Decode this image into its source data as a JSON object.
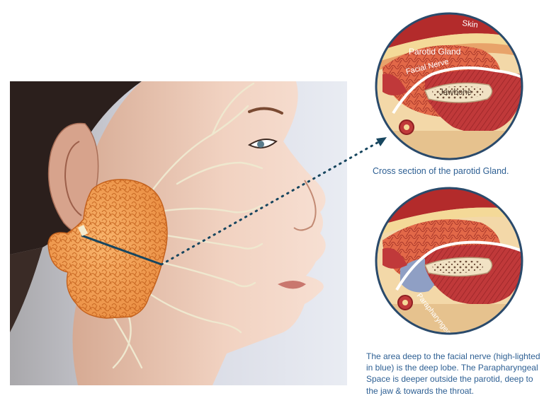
{
  "top_inset": {
    "labels": {
      "skin": "Skin",
      "parotid_gland": "Parotid Gland",
      "facial_nerve": "Facial Nerve",
      "jawbone": "Jawbone"
    },
    "caption": "Cross section of the parotid Gland."
  },
  "bottom_inset": {
    "labels": {
      "parapharyngeal_space": "Parapharyngeal Space"
    },
    "caption": "The area deep to the facial nerve (high-lighted in blue) is the deep lobe. The Parapharyngeal Space is deeper outside the parotid, deep to the jaw & towards the throat."
  },
  "colors": {
    "caption_text": "#2d5f93",
    "gland_orange": "#f2a05a",
    "gland_lobule_lines": "#c4621e",
    "nerve": "#efe8cf",
    "cut_line": "#17465f",
    "inset_border": "#2a4a6b",
    "deep_lobe_blue": "#8f9fc4",
    "jaw_muscle": "#c0393a",
    "skin_band": "#f4d998"
  },
  "icons": [
    "dotted-arrow-icon"
  ]
}
